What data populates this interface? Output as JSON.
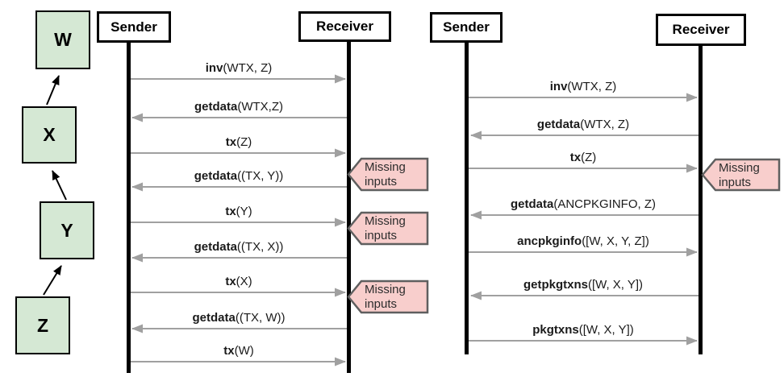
{
  "chain": {
    "nodes": [
      {
        "label": "W"
      },
      {
        "label": "X"
      },
      {
        "label": "Y"
      },
      {
        "label": "Z"
      }
    ]
  },
  "left_diagram": {
    "sender_label": "Sender",
    "receiver_label": "Receiver",
    "messages": [
      {
        "name": "inv",
        "args": "(WTX, Z)",
        "direction": "sender-to-receiver"
      },
      {
        "name": "getdata",
        "args": "(WTX,Z)",
        "direction": "receiver-to-sender"
      },
      {
        "name": "tx",
        "args": "(Z)",
        "direction": "sender-to-receiver"
      },
      {
        "name": "getdata",
        "args": "((TX, Y))",
        "direction": "receiver-to-sender"
      },
      {
        "name": "tx",
        "args": "(Y)",
        "direction": "sender-to-receiver"
      },
      {
        "name": "getdata",
        "args": "((TX, X))",
        "direction": "receiver-to-sender"
      },
      {
        "name": "tx",
        "args": "(X)",
        "direction": "sender-to-receiver"
      },
      {
        "name": "getdata",
        "args": "((TX, W))",
        "direction": "receiver-to-sender"
      },
      {
        "name": "tx",
        "args": "(W)",
        "direction": "sender-to-receiver"
      }
    ],
    "callouts": [
      {
        "line1": "Missing",
        "line2": "inputs"
      },
      {
        "line1": "Missing",
        "line2": "inputs"
      },
      {
        "line1": "Missing",
        "line2": "inputs"
      }
    ]
  },
  "right_diagram": {
    "sender_label": "Sender",
    "receiver_label": "Receiver",
    "messages": [
      {
        "name": "inv",
        "args": "(WTX, Z)",
        "direction": "sender-to-receiver"
      },
      {
        "name": "getdata",
        "args": "(WTX, Z)",
        "direction": "receiver-to-sender"
      },
      {
        "name": "tx",
        "args": "(Z)",
        "direction": "sender-to-receiver"
      },
      {
        "name": "getdata",
        "args": "(ANCPKGINFO, Z)",
        "direction": "receiver-to-sender"
      },
      {
        "name": "ancpkginfo",
        "args": "([W, X, Y, Z])",
        "direction": "sender-to-receiver"
      },
      {
        "name": "getpkgtxns",
        "args": "([W, X, Y])",
        "direction": "receiver-to-sender"
      },
      {
        "name": "pkgtxns",
        "args": "([W, X, Y])",
        "direction": "sender-to-receiver"
      }
    ],
    "callouts": [
      {
        "line1": "Missing",
        "line2": "inputs"
      }
    ]
  },
  "colors": {
    "tx_box_fill": "#d5e8d4",
    "tx_box_border": "#000000",
    "callout_fill": "#f8cecc",
    "callout_border": "#5f5f5f",
    "message_arrow": "#a0a0a0",
    "lifeline": "#000000"
  }
}
